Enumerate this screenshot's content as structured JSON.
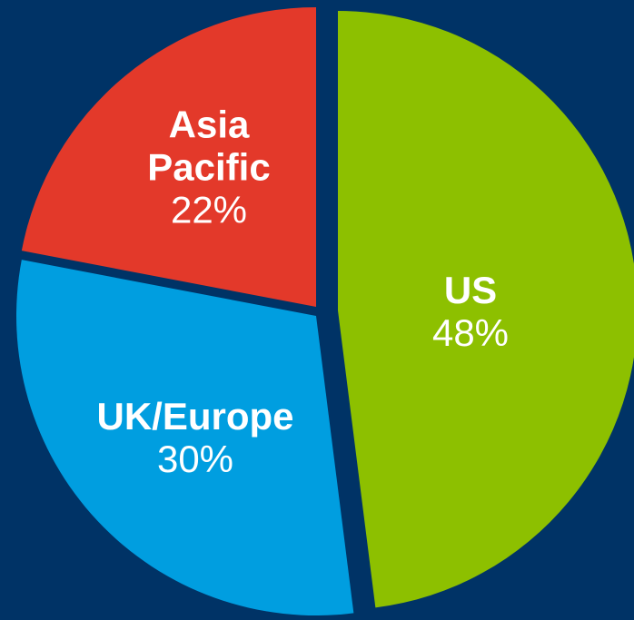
{
  "chart_data": {
    "type": "pie",
    "slices": [
      {
        "label": "US",
        "percent_label": "48%",
        "value": 48,
        "color": "#8dc000"
      },
      {
        "label": "UK/Europe",
        "percent_label": "30%",
        "value": 30,
        "color": "#009ee0"
      },
      {
        "label": "Asia Pacific",
        "percent_label": "22%",
        "value": 22,
        "color": "#e3392a"
      }
    ],
    "start_angle_deg": 0,
    "direction": "clockwise",
    "exploded": true,
    "background_color": "#003366",
    "legend": "none"
  }
}
